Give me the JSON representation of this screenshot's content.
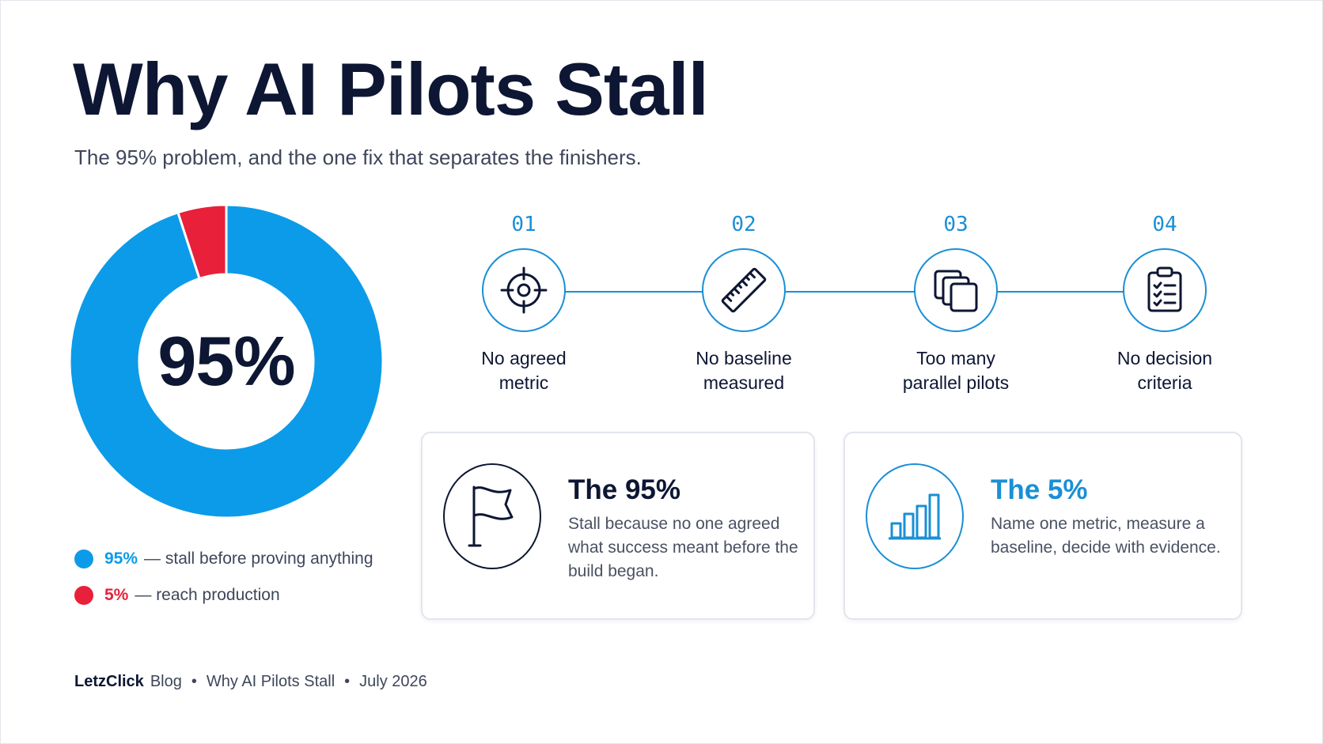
{
  "title": "Why AI Pilots Stall",
  "subtitle": "The 95% problem, and the one fix that separates the finishers.",
  "colors": {
    "blue": "#0c9be8",
    "red": "#e8203a",
    "navy": "#0d1633",
    "accent": "#1a8fd6"
  },
  "chart_data": {
    "type": "pie",
    "categories": [
      "stall before proving anything",
      "reach production"
    ],
    "values": [
      95,
      5
    ],
    "colors": [
      "#0c9be8",
      "#e8203a"
    ],
    "center_label": "95%"
  },
  "legend": [
    {
      "pct": "95%",
      "text": "— stall before proving anything",
      "color": "#0c9be8"
    },
    {
      "pct": "5%",
      "text": "— reach production",
      "color": "#e8203a"
    }
  ],
  "steps": [
    {
      "num": "01",
      "label": "No agreed\nmetric",
      "icon": "target-icon"
    },
    {
      "num": "02",
      "label": "No baseline\nmeasured",
      "icon": "ruler-icon"
    },
    {
      "num": "03",
      "label": "Too many\nparallel pilots",
      "icon": "copies-icon"
    },
    {
      "num": "04",
      "label": "No decision\ncriteria",
      "icon": "clipboard-checklist-icon"
    }
  ],
  "cards": [
    {
      "title": "The 95%",
      "text": "Stall because no one agreed what success meant before the build began.",
      "icon": "flag-icon"
    },
    {
      "title": "The 5%",
      "text": "Name one metric, measure a baseline, decide with evidence.",
      "icon": "bar-chart-icon"
    }
  ],
  "footer": {
    "brand": "LetzClick",
    "section": "Blog",
    "article": "Why AI Pilots Stall",
    "date": "July 2026",
    "separator": "•"
  }
}
